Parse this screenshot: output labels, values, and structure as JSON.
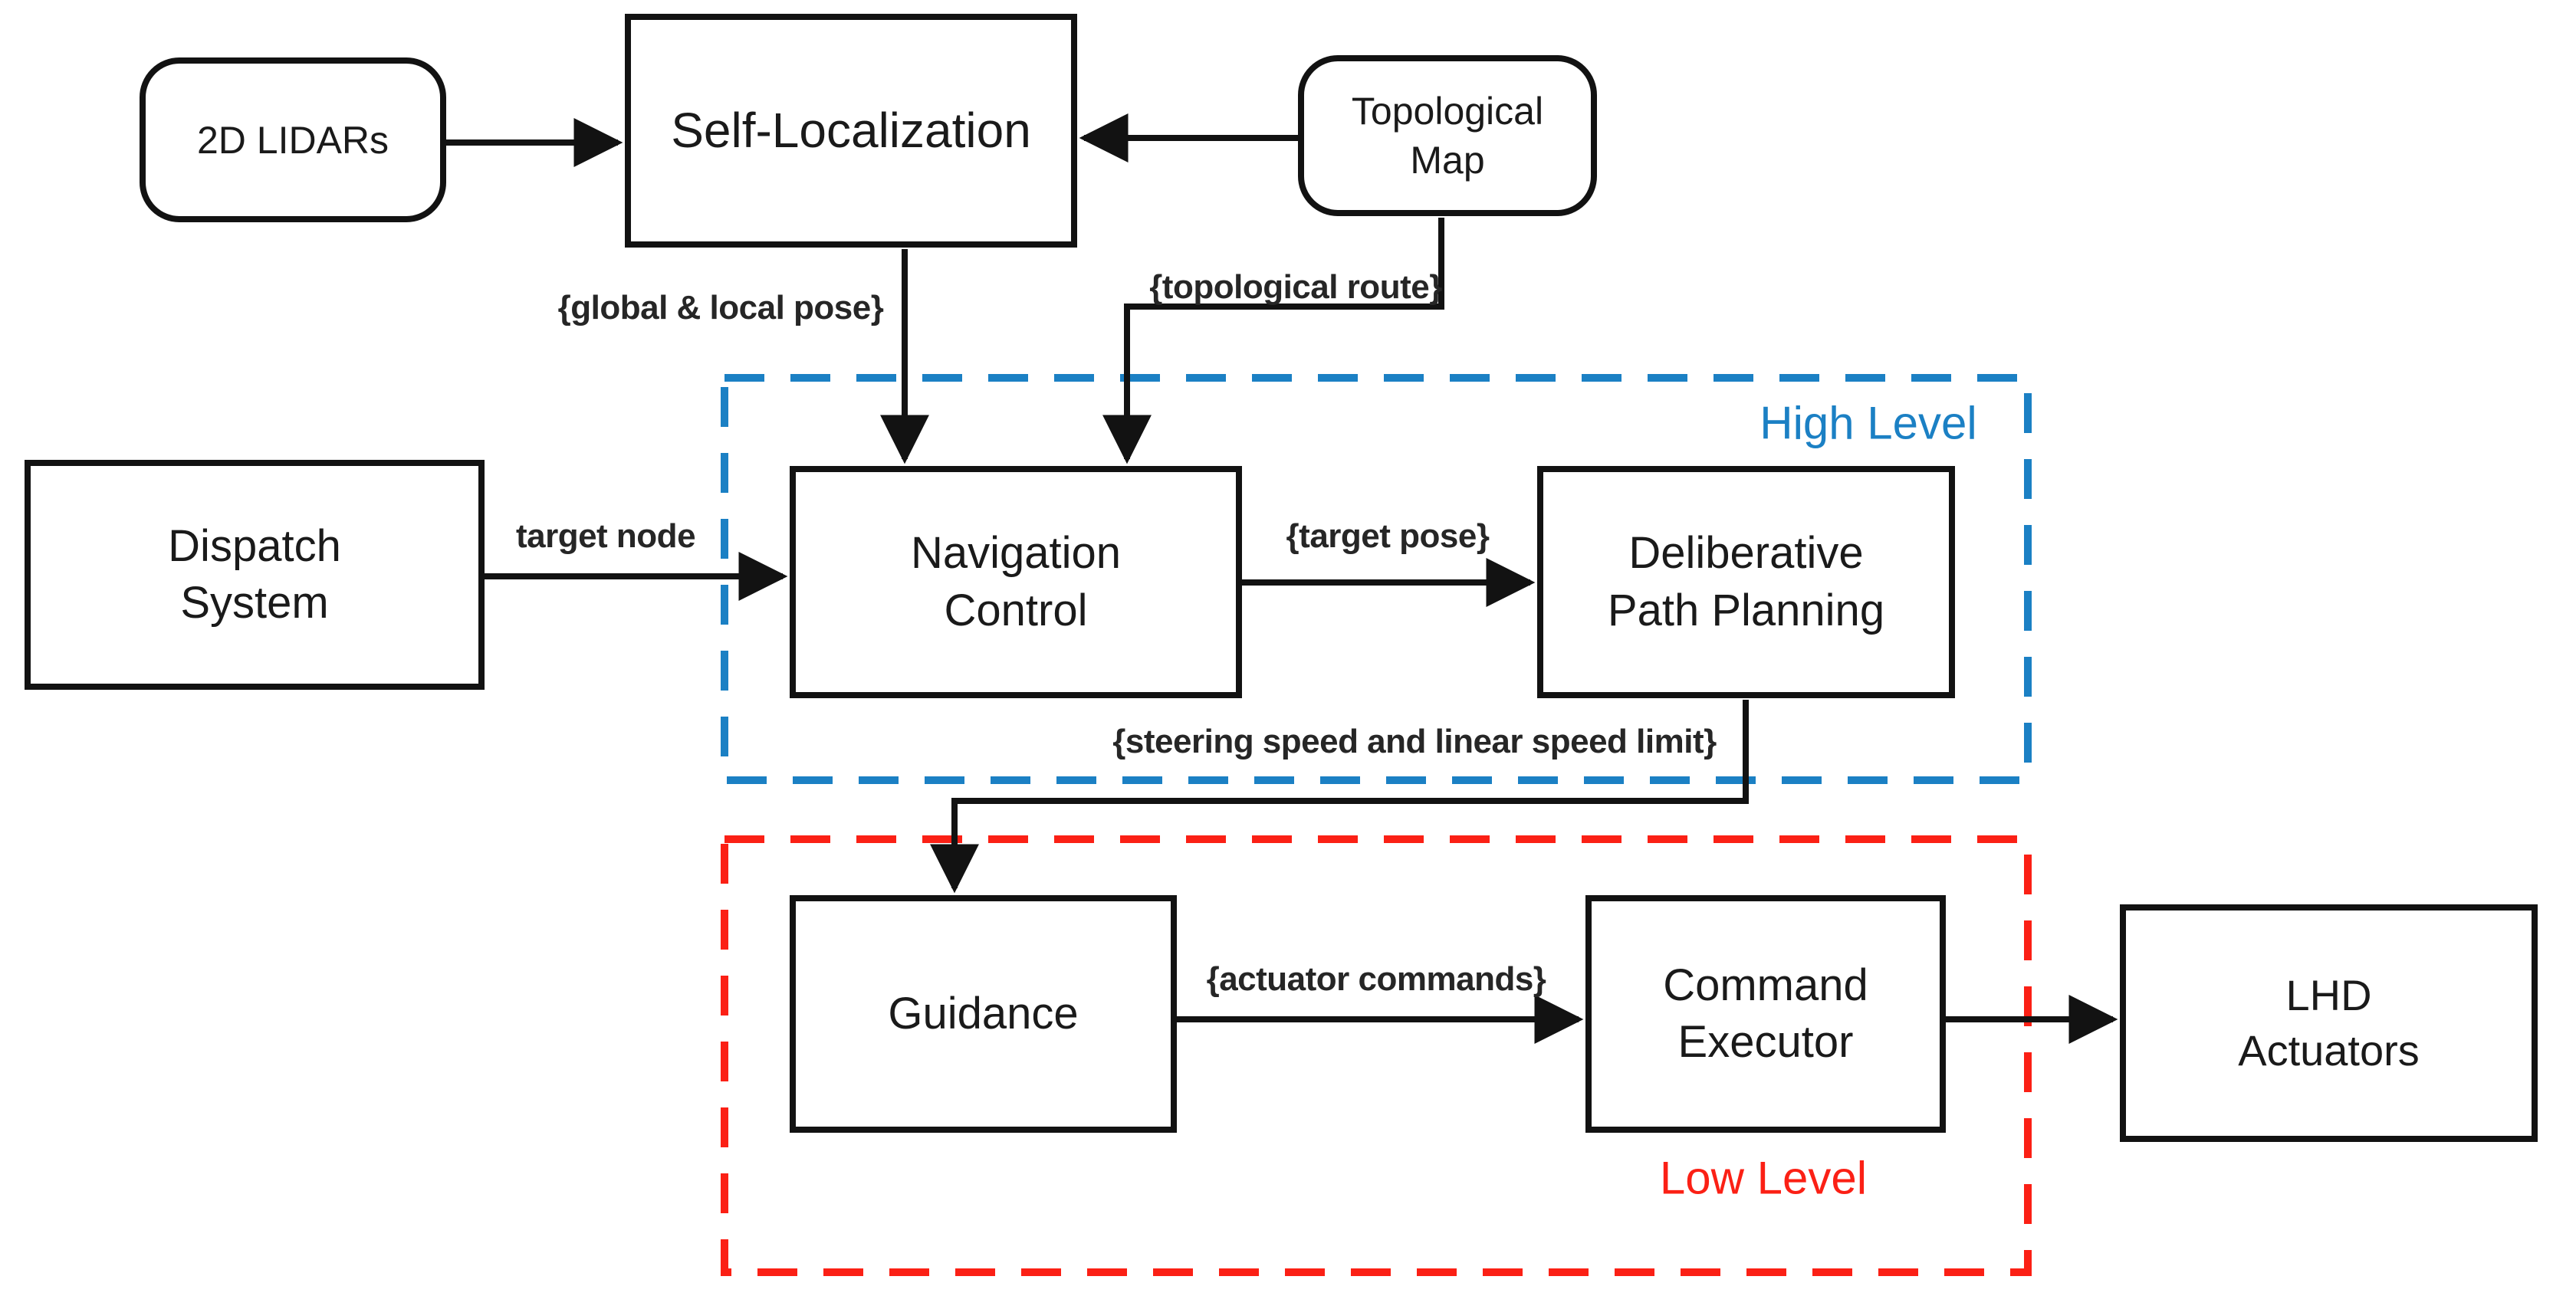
{
  "colors": {
    "line": "#121212",
    "high_level_accent": "#1b80c4",
    "low_level_accent": "#fb2015",
    "background": "#ffffff"
  },
  "regions": {
    "high": {
      "label": "High Level"
    },
    "low": {
      "label": "Low Level"
    }
  },
  "nodes": {
    "lidars": {
      "label": "2D LIDARs",
      "lines": [
        "2D LIDARs"
      ],
      "shape": "rounded"
    },
    "selfloc": {
      "label": "Self-Localization",
      "lines": [
        "Self-Localization"
      ],
      "shape": "rect"
    },
    "topomap": {
      "label": "Topological Map",
      "lines": [
        "Topological",
        "Map"
      ],
      "shape": "rounded"
    },
    "dispatch": {
      "label": "Dispatch System",
      "lines": [
        "Dispatch",
        "System"
      ],
      "shape": "rect"
    },
    "navctl": {
      "label": "Navigation Control",
      "lines": [
        "Navigation",
        "Control"
      ],
      "shape": "rect"
    },
    "dpp": {
      "label": "Deliberative Path Planning",
      "lines": [
        "Deliberative",
        "Path Planning"
      ],
      "shape": "rect"
    },
    "guidance": {
      "label": "Guidance",
      "lines": [
        "Guidance"
      ],
      "shape": "rect"
    },
    "cmdexec": {
      "label": "Command Executor",
      "lines": [
        "Command",
        "Executor"
      ],
      "shape": "rect"
    },
    "lhd": {
      "label": "LHD Actuators",
      "lines": [
        "LHD",
        "Actuators"
      ],
      "shape": "rect"
    }
  },
  "edges": [
    {
      "from": "2D LIDARs",
      "to": "Self-Localization",
      "label": ""
    },
    {
      "from": "Topological Map",
      "to": "Self-Localization",
      "label": ""
    },
    {
      "from": "Self-Localization",
      "to": "Navigation Control",
      "label": "{global & local pose}"
    },
    {
      "from": "Topological Map",
      "to": "Navigation Control",
      "label": "{topological route}"
    },
    {
      "from": "Dispatch System",
      "to": "Navigation Control",
      "label": "target node"
    },
    {
      "from": "Navigation Control",
      "to": "Deliberative Path Planning",
      "label": "{target pose}"
    },
    {
      "from": "Deliberative Path Planning",
      "to": "Guidance",
      "label": "{steering speed and linear speed limit}"
    },
    {
      "from": "Guidance",
      "to": "Command Executor",
      "label": "{actuator commands}"
    },
    {
      "from": "Command Executor",
      "to": "LHD Actuators",
      "label": ""
    }
  ]
}
